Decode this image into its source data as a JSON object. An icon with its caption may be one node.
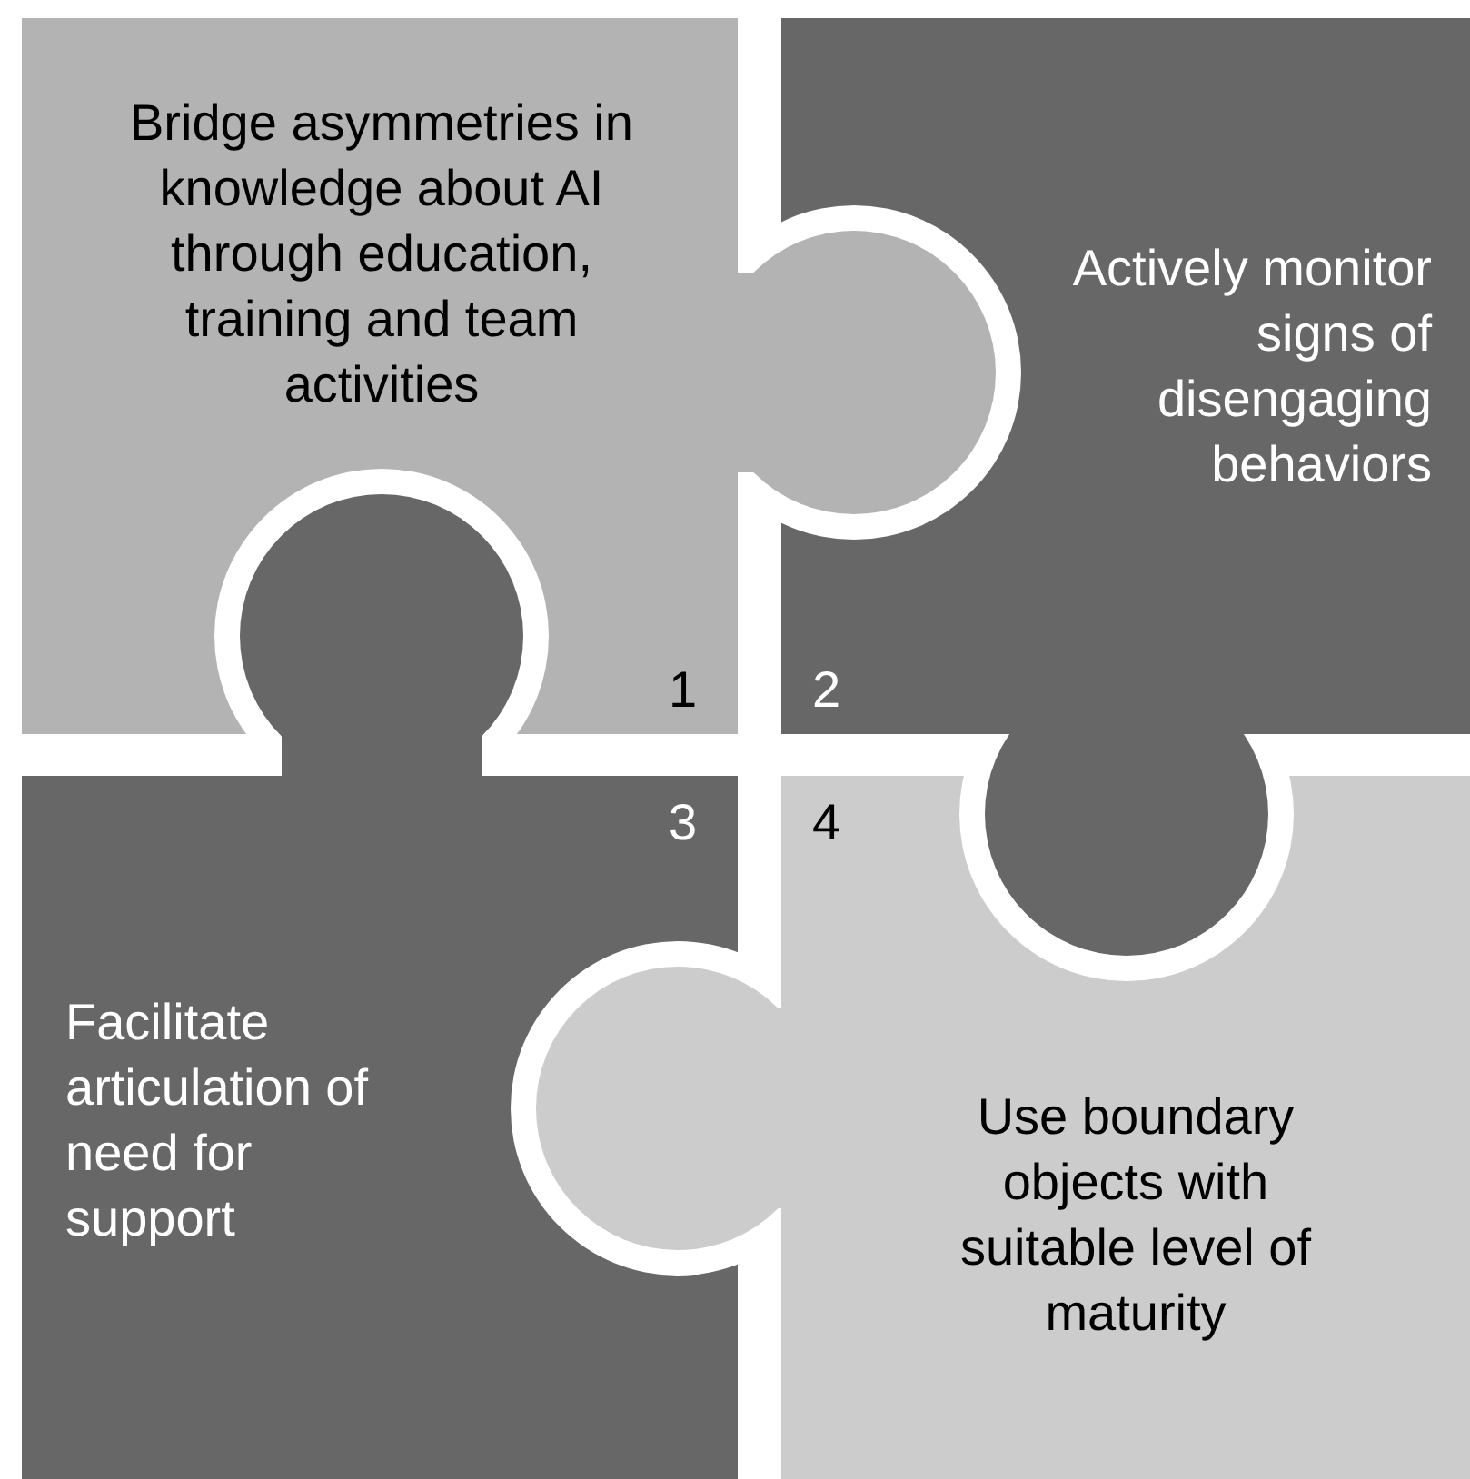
{
  "diagram": {
    "nodes": [
      {
        "text": [
          "Bridge asymmetries in knowledge about AI through education, training and team activities",
          "1"
        ]
      },
      {
        "text": [
          "Actively monitor signs of disengaging behaviors",
          "2"
        ]
      },
      {
        "text": [
          "Facilitate articulation of need for support",
          "3"
        ]
      },
      {
        "text": [
          "Use boundary objects with suitable level of maturity",
          "4"
        ]
      }
    ]
  }
}
